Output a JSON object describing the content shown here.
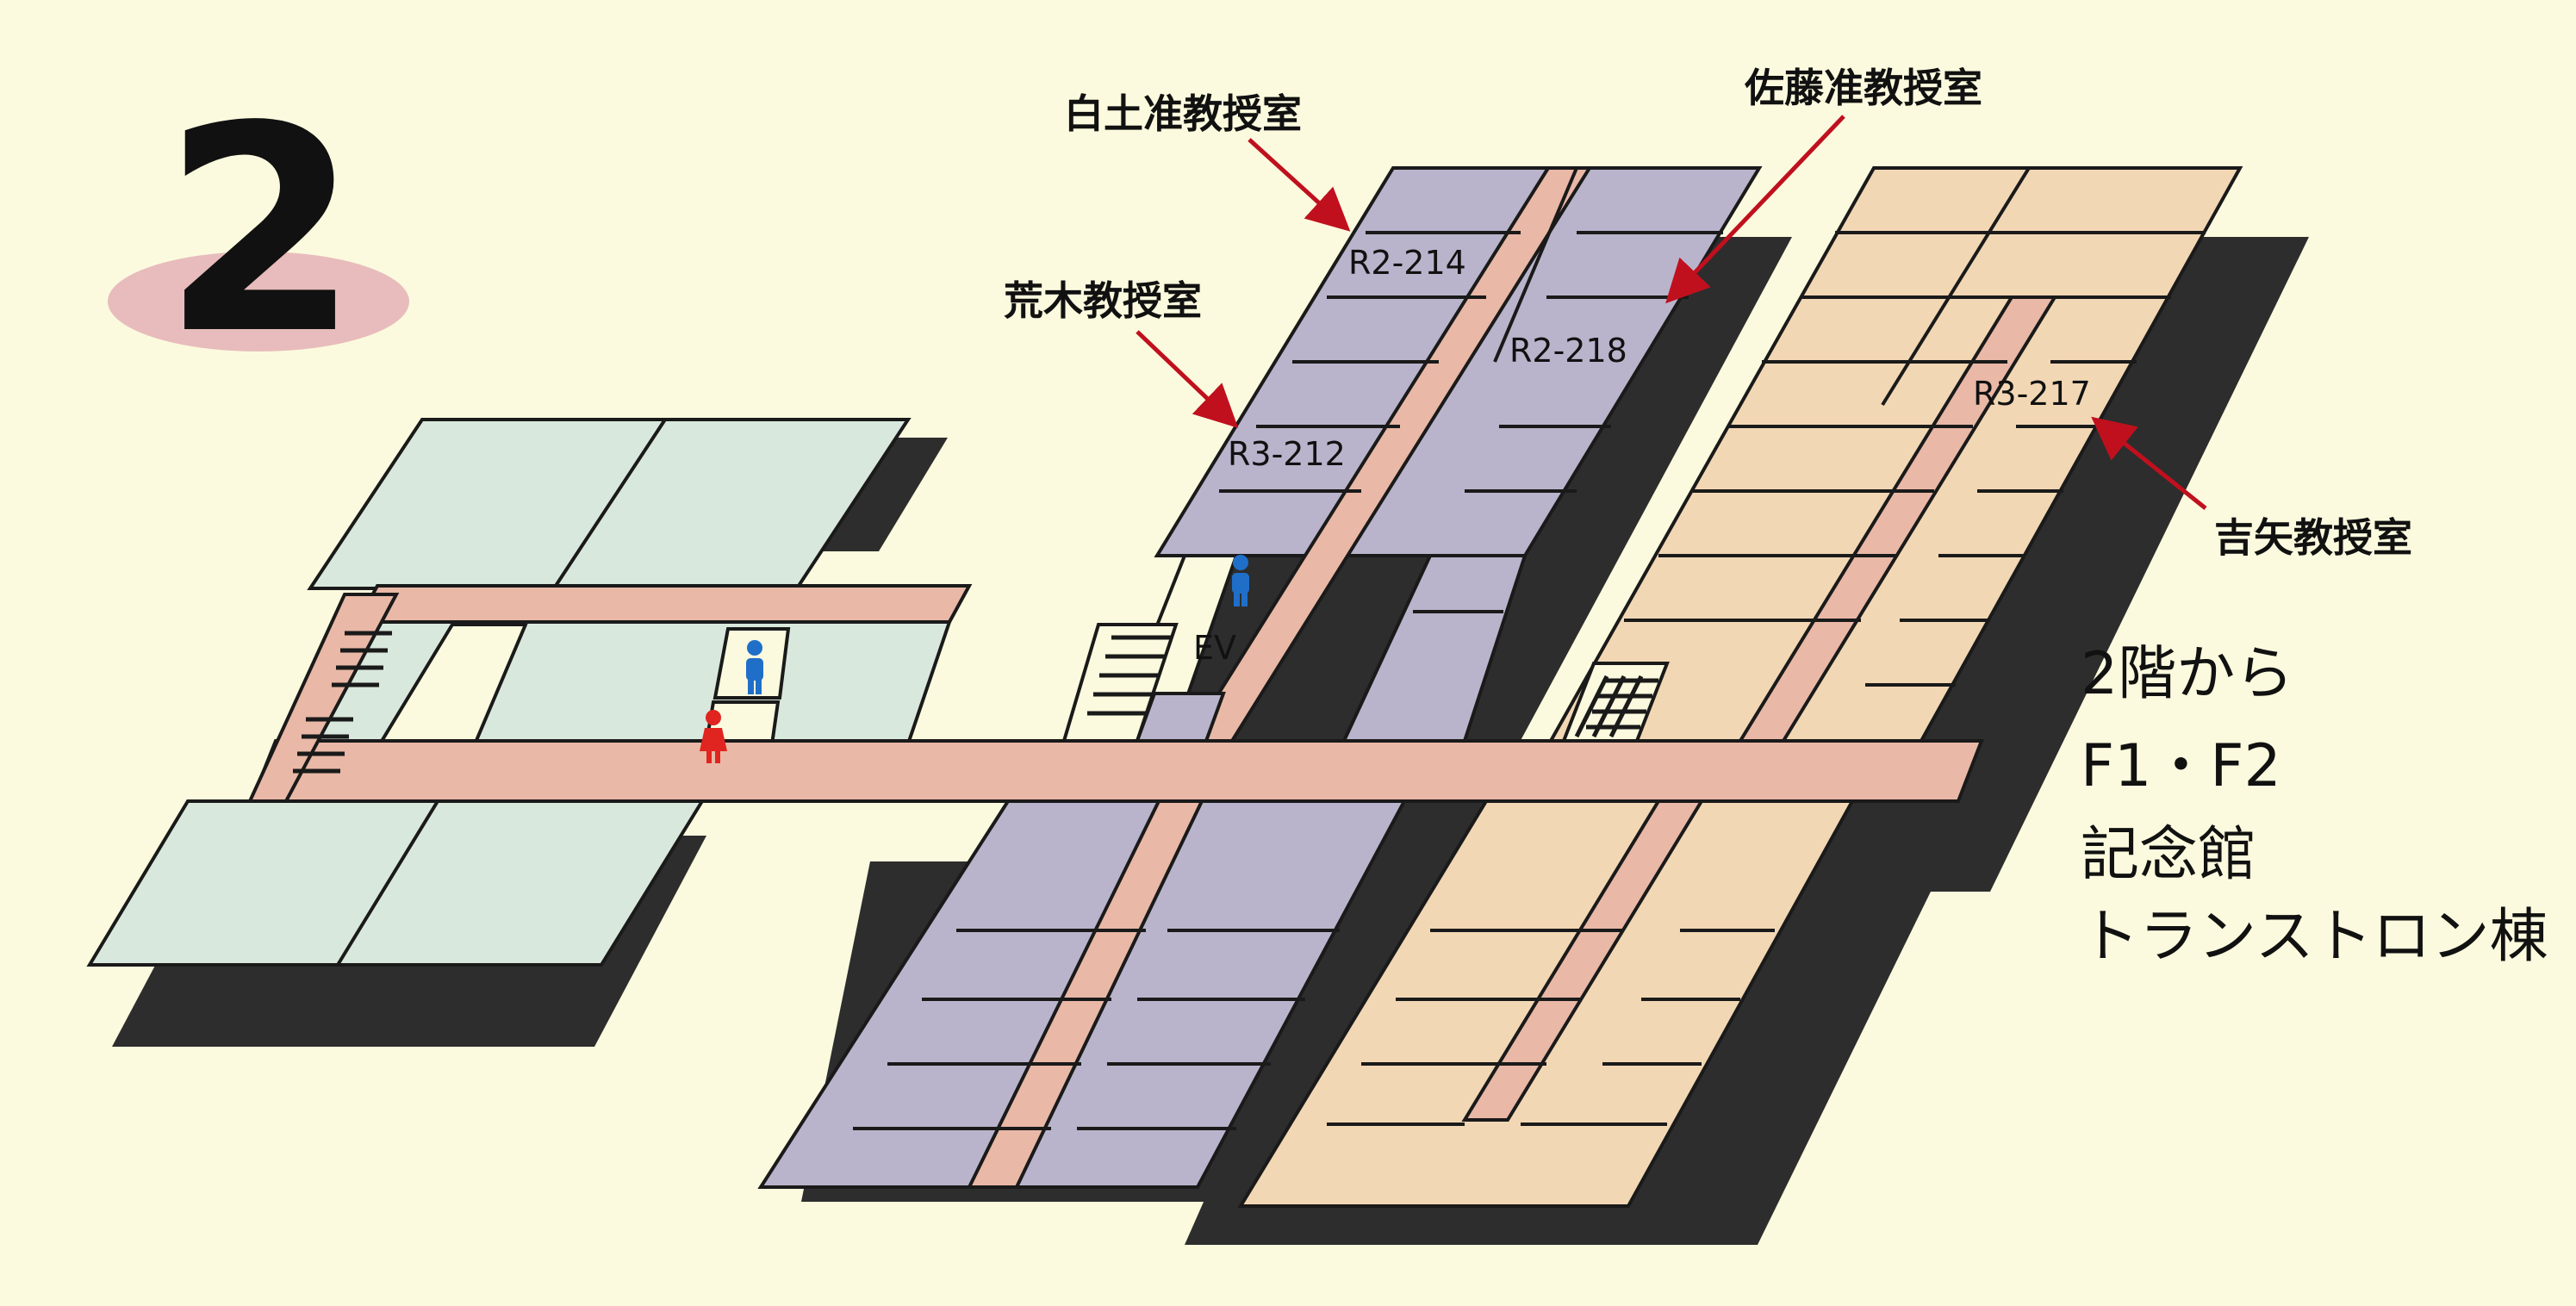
{
  "floor": {
    "number": "2"
  },
  "colors": {
    "background": "#fbfade",
    "corridor": "#e9b8a6",
    "wing_west": "#d9e8dc",
    "wing_center": "#b9b4cb",
    "wing_east": "#f2d7b4",
    "shadow": "#2d2d2d",
    "arrow": "#c0101e",
    "badge": "#e8bcbc",
    "male_icon": "#1f6fc9",
    "female_icon": "#e0241f"
  },
  "rooms": {
    "r2_214": "R2-214",
    "r2_218": "R2-218",
    "r3_212": "R3-212",
    "r3_217": "R3-217"
  },
  "callouts": {
    "shirato": "白土准教授室",
    "sato": "佐藤准教授室",
    "araki": "荒木教授室",
    "yoshiya": "吉矢教授室"
  },
  "facilities": {
    "elevator": "EV"
  },
  "icons": {
    "male_restroom": "male-restroom-icon",
    "female_restroom": "female-restroom-icon",
    "stairs": "stairs-icon"
  },
  "route_note": {
    "line1": "2階から",
    "line2": "F1・F2",
    "line3": "記念館",
    "line4": "トランストロン棟"
  }
}
